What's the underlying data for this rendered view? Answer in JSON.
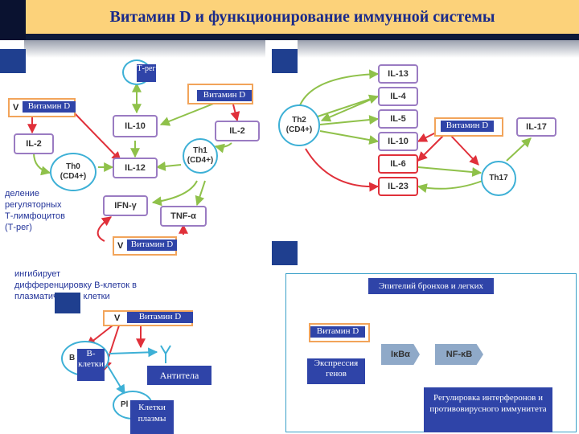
{
  "title": "Витамин D и функционирование иммунной системы",
  "colors": {
    "title_bg": "#fcd27a",
    "title_text": "#1a2a8a",
    "label_bg": "#2f44a8",
    "vitamin_border": "#f2a45a",
    "cytokine_border": "#9a7bc2",
    "cell_border": "#3db0d6",
    "inhibit_arrow": "#e0303a",
    "stimulate_arrow": "#8fc14a"
  },
  "panel_a": {
    "treg_label": "Т-рег",
    "vitamin_labels": [
      "Витамин D",
      "Витамин D",
      "Витамин D"
    ],
    "vitamin_stub": "V",
    "cytokines": {
      "il10": "IL-10",
      "il2_right": "IL-2",
      "il2_left": "IL-2",
      "il12": "IL-12",
      "ifn": "IFN-γ",
      "tnf": "TNF-α"
    },
    "cells": {
      "th0": "Th0\n(CD4+)",
      "th1": "Th1\n(CD4+)"
    },
    "note": "деление\nрегуляторных\nТ-лимфоцитов\n(Т-рег)"
  },
  "panel_b": {
    "cytokines": [
      "IL-13",
      "IL-4",
      "IL-5",
      "IL-10",
      "IL-6",
      "IL-23"
    ],
    "il17": "IL-17",
    "cells": {
      "th2": "Th2\n(CD4+)",
      "th17": "Th17"
    },
    "vitamin_label": "Витамин D"
  },
  "panel_c": {
    "note": "ингибирует\nдифференцировку В-клеток в\nплазматические клетки",
    "vitamin_label": "Витамин D",
    "vitamin_stub": "V",
    "bcell_label": "В-клетки",
    "bcell_hidden": "В",
    "plasma_hidden": "Pl",
    "antibody_label": "Антитела",
    "plasma_label": "Клетки плазмы"
  },
  "panel_d": {
    "epithelium_label": "Эпителий бронхов и легких",
    "vitamin_label": "Витамин D",
    "ikba": "IκBα",
    "nfkb": "NF-κB",
    "expression_label": "Экспрессия генов",
    "regulation_label": "Регулировка интерферонов и противовирусного иммунитета"
  }
}
